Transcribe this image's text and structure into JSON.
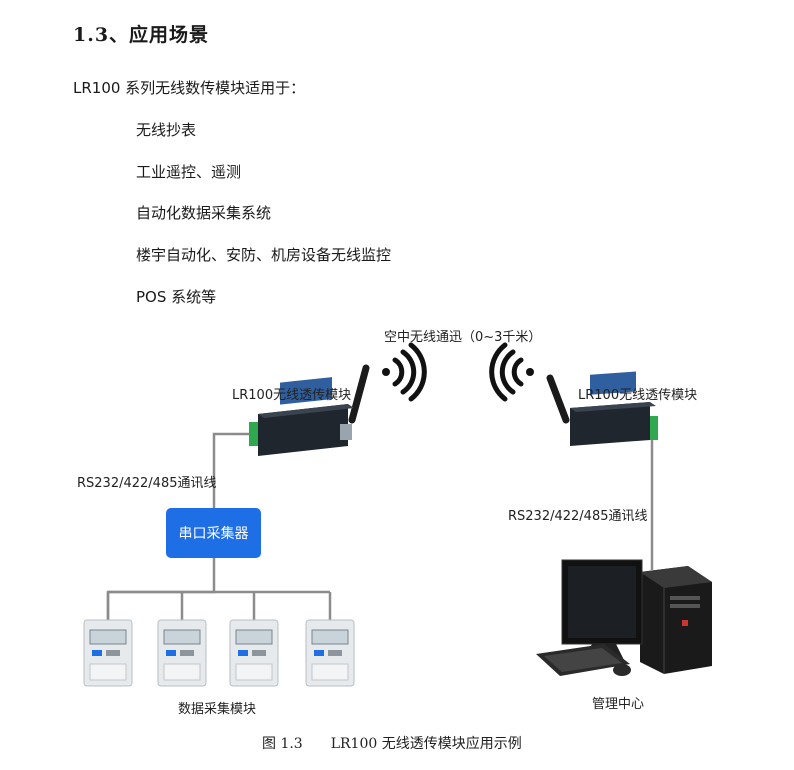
{
  "section": {
    "title": "1.3、应用场景",
    "intro": "LR100 系列无线数传模块适用于：",
    "bullets": [
      "无线抄表",
      "工业遥控、遥测",
      "自动化数据采集系统",
      "楼宇自动化、安防、机房设备无线监控",
      "POS 系统等"
    ]
  },
  "diagram": {
    "air_link_label": "空中无线通迅（0~3千米）",
    "module_left_label": "LR100无线透传模块",
    "module_right_label": "LR100无线透传模块",
    "cable_left_label": "RS232/422/485通讯线",
    "cable_right_label": "RS232/422/485通讯线",
    "collector_label": "串口采集器",
    "meters_label": "数据采集模块",
    "center_label": "管理中心",
    "colors": {
      "collector": "#1e6fe6",
      "cable": "#8c8c8c",
      "module_body": "#222a33",
      "terminal": "#2fa84f"
    }
  },
  "caption": {
    "number": "图 1.3",
    "text": "LR100 无线透传模块应用示例"
  }
}
